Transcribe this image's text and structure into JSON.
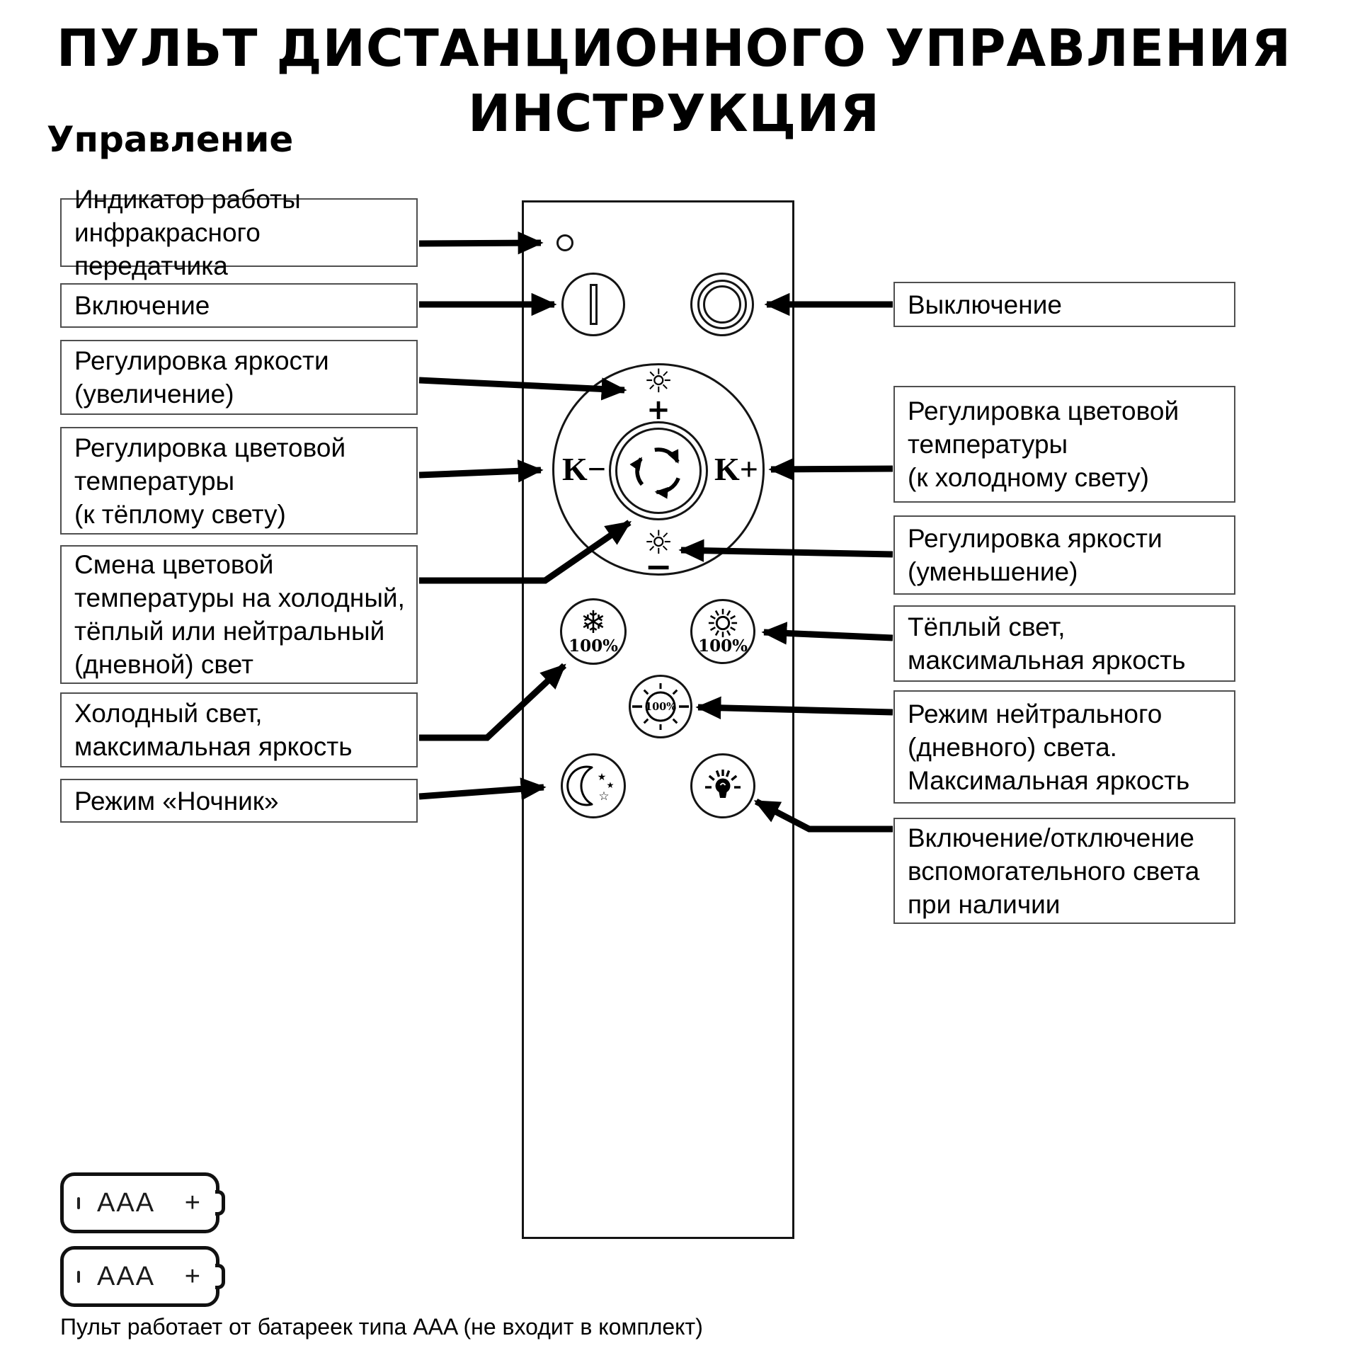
{
  "page": {
    "title_line1": "ПУЛЬТ ДИСТАНЦИОННОГО УПРАВЛЕНИЯ",
    "title_line2": "ИНСТРУКЦИЯ",
    "section_heading": "Управление",
    "battery_note": "Пульт работает от батареек типа AAA (не входит в комплект)"
  },
  "callouts": {
    "left": [
      {
        "text": "Индикатор работы\nинфракрасного передатчика"
      },
      {
        "text": "Включение"
      },
      {
        "text": "Регулировка яркости\n(увеличение)"
      },
      {
        "text": "Регулировка цветовой\nтемпературы\n(к тёплому свету)"
      },
      {
        "text": "Смена цветовой\nтемпературы на холодный,\nтёплый или нейтральный\n(дневной) свет"
      },
      {
        "text": "Холодный свет,\nмаксимальная яркость"
      },
      {
        "text": "Режим «Ночник»"
      }
    ],
    "right": [
      {
        "text": "Выключение"
      },
      {
        "text": "Регулировка цветовой\nтемпературы\n(к холодному свету)"
      },
      {
        "text": "Регулировка яркости\n(уменьшение)"
      },
      {
        "text": "Тёплый свет,\nмаксимальная яркость"
      },
      {
        "text": "Режим нейтрального\n(дневного) света.\nМаксимальная яркость"
      },
      {
        "text": "Включение/отключение\nвспомогательного света\nпри наличии"
      }
    ]
  },
  "remote": {
    "dial": {
      "sun_up_icon": "☼",
      "plus": "+",
      "k_minus": "K−",
      "k_plus": "K+",
      "sun_down_icon": "☼",
      "minus": "−"
    },
    "cold_button": {
      "snowflake_icon": "❄",
      "percent": "100%"
    },
    "warm_button": {
      "percent": "100%"
    },
    "neutral_button": {
      "percent": "100%"
    },
    "night_button": {
      "stars": [
        "★",
        "★",
        "☆"
      ]
    }
  },
  "batteries": {
    "items": [
      {
        "type": "AAA",
        "plus": "+"
      },
      {
        "type": "AAA",
        "plus": "+"
      }
    ]
  },
  "colors": {
    "ink": "#000000",
    "callout_border": "#4f4f4f"
  }
}
